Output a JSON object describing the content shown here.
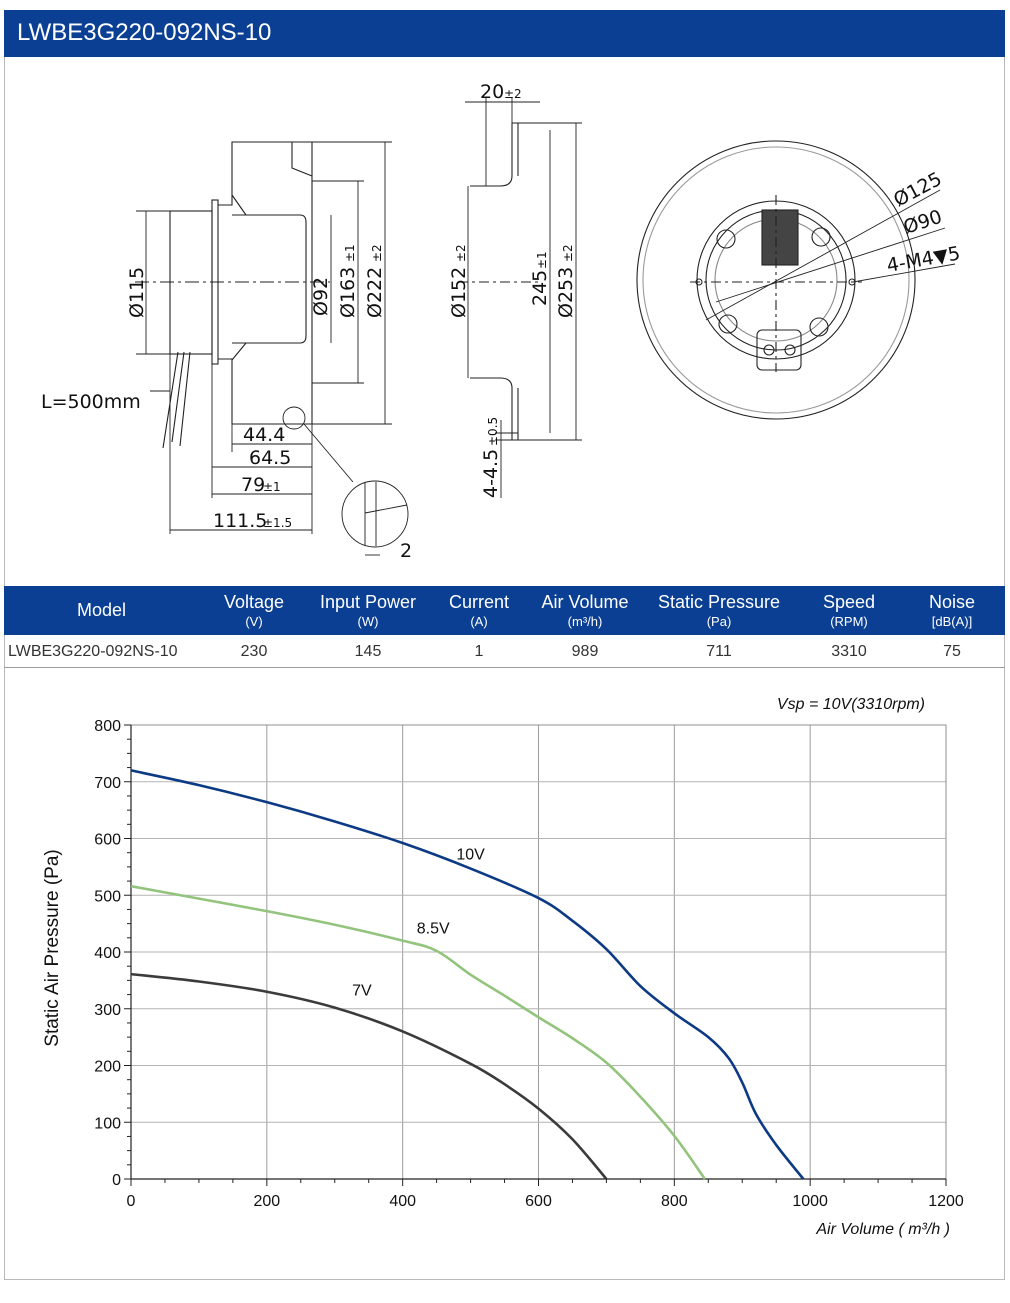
{
  "title": "LWBE3G220-092NS-10",
  "drawing": {
    "side_dims": {
      "d115": "Ø115",
      "d92": "Ø92",
      "d163": "Ø163",
      "d163_tol": "±1",
      "d222": "Ø222",
      "d222_tol": "±2",
      "lead": "L=500mm",
      "l44": "44.4",
      "l64": "64.5",
      "l79": "79",
      "l79_tol": "±1",
      "l111": "111.5",
      "l111_tol": "±1.5",
      "detail": "2"
    },
    "profile_dims": {
      "w20": "20",
      "w20_tol": "±2",
      "d152": "Ø152",
      "d152_tol": "±2",
      "h245": "245",
      "h245_tol": "±1",
      "d253": "Ø253",
      "d253_tol": "±2",
      "t4": "4-4.5",
      "t4_tol": "±0.5"
    },
    "front_dims": {
      "d125": "Ø125",
      "d90": "Ø90",
      "m4": "4-M4▼5"
    }
  },
  "spec_table": {
    "headers": [
      {
        "label": "Model",
        "unit": ""
      },
      {
        "label": "Voltage",
        "unit": "(V)"
      },
      {
        "label": "Input Power",
        "unit": "(W)"
      },
      {
        "label": "Current",
        "unit": "(A)"
      },
      {
        "label": "Air Volume",
        "unit": "(m³/h)"
      },
      {
        "label": "Static Pressure",
        "unit": "(Pa)"
      },
      {
        "label": "Speed",
        "unit": "(RPM)"
      },
      {
        "label": "Noise",
        "unit": "[dB(A)]"
      }
    ],
    "row": [
      "LWBE3G220-092NS-10",
      "230",
      "145",
      "1",
      "989",
      "711",
      "3310",
      "75"
    ]
  },
  "chart_data": {
    "type": "line",
    "annotation": "Vsp = 10V(3310rpm)",
    "xlabel": "Air Volume ( m³/h )",
    "ylabel": "Static Air Pressure  (Pa)",
    "xlim": [
      0,
      1200
    ],
    "ylim": [
      0,
      800
    ],
    "xticks": [
      0,
      200,
      400,
      600,
      800,
      1000,
      1200
    ],
    "yticks": [
      0,
      100,
      200,
      300,
      400,
      500,
      600,
      700,
      800
    ],
    "grid": true,
    "series": [
      {
        "name": "10V",
        "color": "#0c3a84",
        "points": [
          [
            0,
            720
          ],
          [
            100,
            694
          ],
          [
            200,
            664
          ],
          [
            300,
            630
          ],
          [
            400,
            592
          ],
          [
            500,
            547
          ],
          [
            600,
            495
          ],
          [
            650,
            455
          ],
          [
            700,
            405
          ],
          [
            750,
            340
          ],
          [
            800,
            292
          ],
          [
            850,
            250
          ],
          [
            880,
            213
          ],
          [
            900,
            170
          ],
          [
            920,
            115
          ],
          [
            950,
            60
          ],
          [
            990,
            0
          ]
        ]
      },
      {
        "name": "8.5V",
        "color": "#92c47d",
        "points": [
          [
            0,
            516
          ],
          [
            100,
            494
          ],
          [
            200,
            472
          ],
          [
            300,
            448
          ],
          [
            400,
            420
          ],
          [
            450,
            402
          ],
          [
            500,
            360
          ],
          [
            550,
            323
          ],
          [
            600,
            285
          ],
          [
            650,
            248
          ],
          [
            700,
            205
          ],
          [
            750,
            145
          ],
          [
            800,
            76
          ],
          [
            845,
            0
          ]
        ]
      },
      {
        "name": "7V",
        "color": "#3b3b3b",
        "points": [
          [
            0,
            361
          ],
          [
            100,
            348
          ],
          [
            200,
            330
          ],
          [
            300,
            302
          ],
          [
            400,
            260
          ],
          [
            500,
            203
          ],
          [
            550,
            167
          ],
          [
            600,
            124
          ],
          [
            650,
            70
          ],
          [
            700,
            0
          ]
        ]
      }
    ],
    "series_label_pos": [
      [
        500,
        563
      ],
      [
        445,
        433
      ],
      [
        340,
        323
      ]
    ]
  }
}
